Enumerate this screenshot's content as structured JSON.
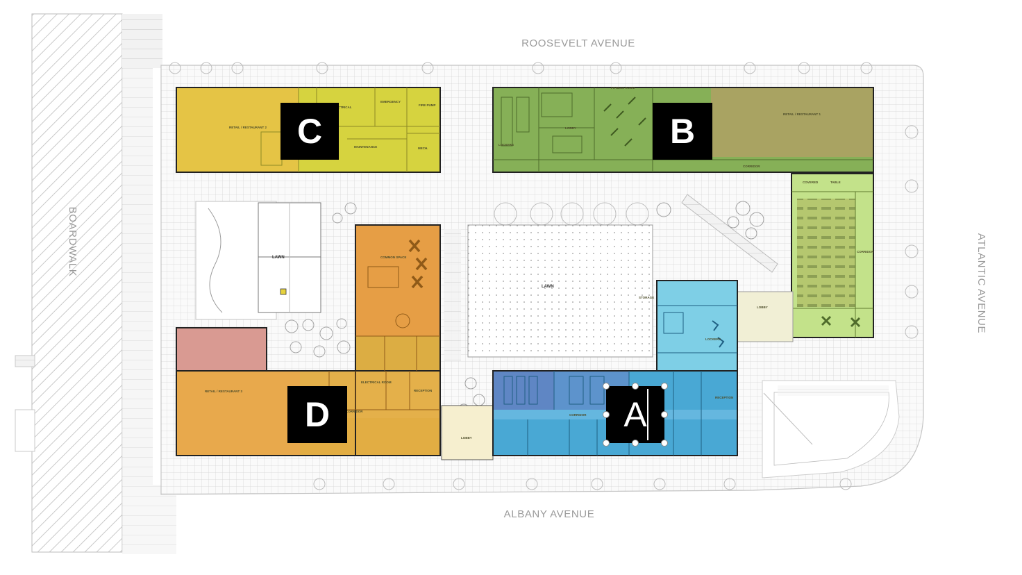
{
  "streets": {
    "north": "ROOSEVELT AVENUE",
    "south": "ALBANY AVENUE",
    "east": "ATLANTIC AVENUE",
    "west": "BOARDWALK"
  },
  "buildings": {
    "a": {
      "label": "A",
      "color": "#3fa7d6"
    },
    "b": {
      "label": "B",
      "color": "#7fae54"
    },
    "c": {
      "label": "C",
      "color": "#c7c92a"
    },
    "d": {
      "label": "D",
      "color": "#e9a23b"
    }
  },
  "rooms": {
    "retail_c": "RETAIL / RESTAURANT 2",
    "retail_b": "RETAIL / RESTAURANT 1",
    "retail_d": "RETAIL / RESTAURANT 3",
    "lawn_west": "LAWN",
    "lawn_center": "LAWN",
    "lobby": "LOBBY",
    "common_space": "COMMON SPACE",
    "fitness_room": "FITNESS ROOM",
    "corridor": "CORRIDOR",
    "lockers": "LOCKERS",
    "reception": "RECEPTION",
    "electrical_room": "ELECTRICAL ROOM",
    "storage": "STORAGE"
  }
}
